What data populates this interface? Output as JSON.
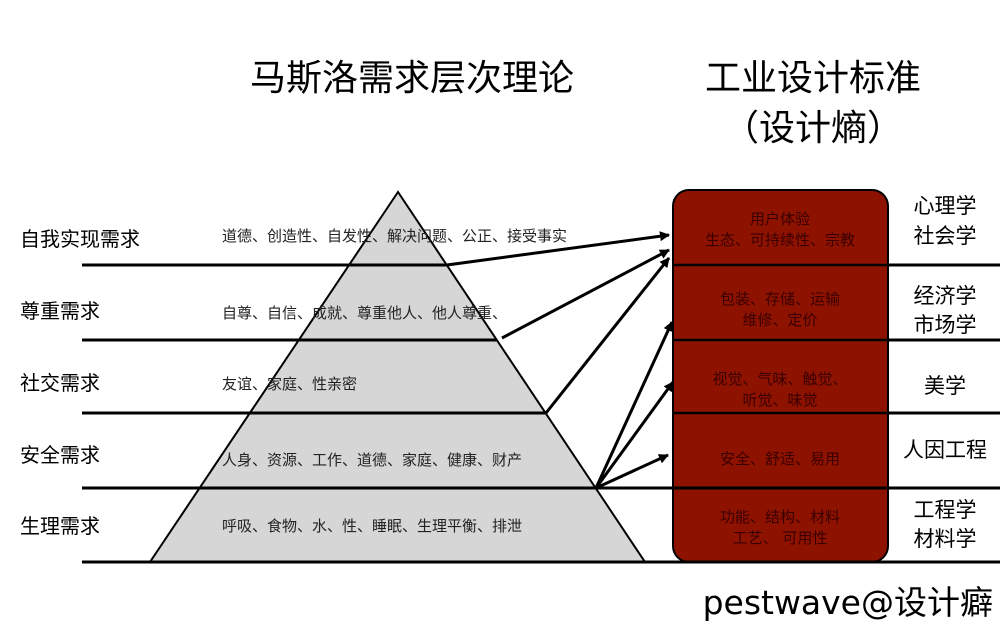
{
  "titles": {
    "left": "马斯洛需求层次理论",
    "right_line1": "工业设计标准",
    "right_line2": "（设计熵）"
  },
  "levels": [
    {
      "name": "自我实现需求",
      "desc": "道德、创造性、自发性、解决问题、公正、接受事实"
    },
    {
      "name": "尊重需求",
      "desc": "自尊、自信、成就、尊重他人、他人尊重、"
    },
    {
      "name": "社交需求",
      "desc": "友谊、家庭、性亲密"
    },
    {
      "name": "安全需求",
      "desc": "人身、资源、工作、道德、家庭、健康、财产"
    },
    {
      "name": "生理需求",
      "desc": "呼吸、食物、水、性、睡眠、生理平衡、排泄"
    }
  ],
  "standards": [
    {
      "line1": "用户体验",
      "line2": "生态、可持续性、宗教",
      "disc1": "心理学",
      "disc2": "社会学"
    },
    {
      "line1": "包装、存储、运输",
      "line2": "维修、定价",
      "disc1": "经济学",
      "disc2": "市场学"
    },
    {
      "line1": "视觉、气味、触觉、",
      "line2": "听觉、味觉",
      "disc1": "美学",
      "disc2": ""
    },
    {
      "line1": "安全、舒适、易用",
      "line2": "",
      "disc1": "人因工程",
      "disc2": ""
    },
    {
      "line1": "功能、结构、材料",
      "line2": "工艺、 可用性",
      "disc1": "工程学",
      "disc2": "材料学"
    }
  ],
  "signature": "pestwave@设计癖",
  "colors": {
    "pyramid": "#d6d6d6",
    "box": "#8e1200"
  }
}
